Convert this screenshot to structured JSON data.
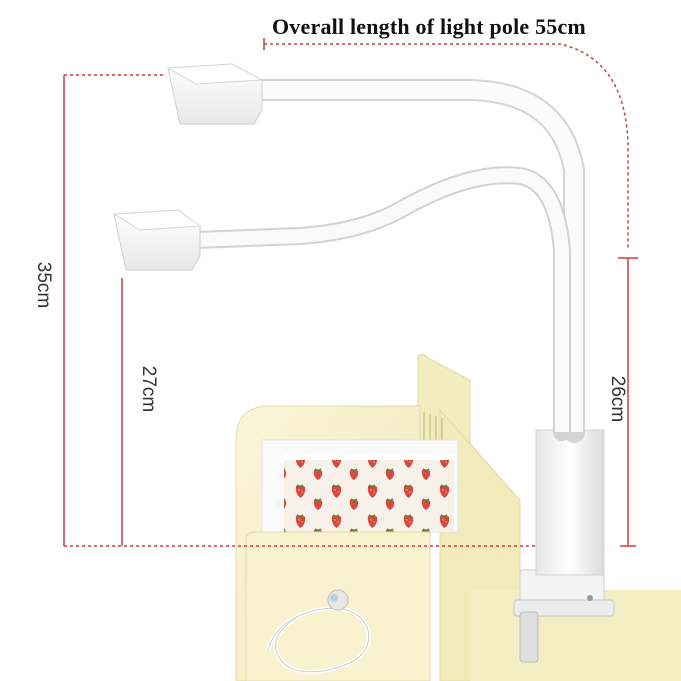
{
  "image": {
    "title": "Overall length of light pole 55cm",
    "dimensions": {
      "upper_height": "35cm",
      "lower_height": "27cm",
      "pole_height": "26cm"
    },
    "colors": {
      "dimension_line": "#c94040",
      "lamp_white": "#f6f6f6",
      "desk_yellow": "#f6efc4",
      "strawberry_red": "#d9473f"
    }
  }
}
